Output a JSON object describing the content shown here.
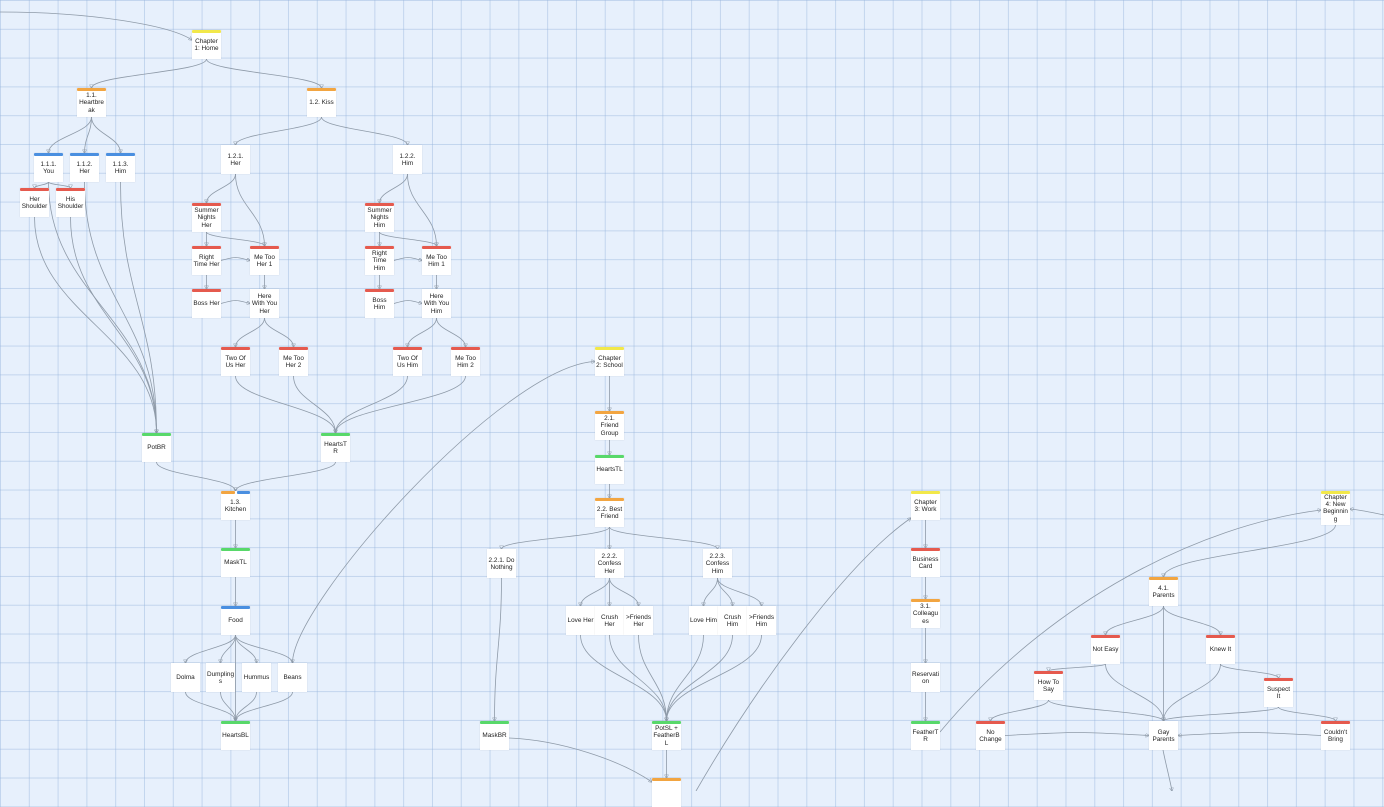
{
  "colors": {
    "yellow": "#f2e84a",
    "orange": "#f2a541",
    "blue": "#4a8fe0",
    "red": "#e55a4e",
    "green": "#58d86a",
    "edge": "#8e9aa8",
    "background": "#e7f0fc"
  },
  "nodes": [
    {
      "id": "ch1",
      "label": "Chapter 1: Home",
      "color": "yellow"
    },
    {
      "id": "n11",
      "label": "1.1. Heartbreak",
      "color": "orange"
    },
    {
      "id": "n12",
      "label": "1.2. Kiss",
      "color": "orange"
    },
    {
      "id": "n111",
      "label": "1.1.1. You",
      "color": "blue"
    },
    {
      "id": "n112",
      "label": "1.1.2. Her",
      "color": "blue"
    },
    {
      "id": "n113",
      "label": "1.1.3. Him",
      "color": "blue"
    },
    {
      "id": "hersh",
      "label": "Her Shoulder",
      "color": "red"
    },
    {
      "id": "hissh",
      "label": "His Shoulder",
      "color": "red"
    },
    {
      "id": "n121",
      "label": "1.2.1. Her",
      "color": ""
    },
    {
      "id": "n122",
      "label": "1.2.2. Him",
      "color": ""
    },
    {
      "id": "snher",
      "label": "Summer Nights Her",
      "color": "red"
    },
    {
      "id": "snhim",
      "label": "Summer Nights Him",
      "color": "red"
    },
    {
      "id": "rther",
      "label": "Right Time Her",
      "color": "red"
    },
    {
      "id": "rthim",
      "label": "Right Time Him",
      "color": "red"
    },
    {
      "id": "mt1her",
      "label": "Me Too Her 1",
      "color": "red"
    },
    {
      "id": "mt1him",
      "label": "Me Too Him 1",
      "color": "red"
    },
    {
      "id": "bossher",
      "label": "Boss Her",
      "color": "red"
    },
    {
      "id": "bosshim",
      "label": "Boss Him",
      "color": "red"
    },
    {
      "id": "hwher",
      "label": "Here With You Her",
      "color": ""
    },
    {
      "id": "hwhim",
      "label": "Here With You Him",
      "color": ""
    },
    {
      "id": "touher",
      "label": "Two Of Us Her",
      "color": "red"
    },
    {
      "id": "mt2her",
      "label": "Me Too Her 2",
      "color": "red"
    },
    {
      "id": "touhim",
      "label": "Two Of Us Him",
      "color": "red"
    },
    {
      "id": "mt2him",
      "label": "Me Too Him 2",
      "color": "red"
    },
    {
      "id": "potbr",
      "label": "PotBR",
      "color": "green"
    },
    {
      "id": "heartstr",
      "label": "HeartsTR",
      "color": "green"
    },
    {
      "id": "n13",
      "label": "1.3. Kitchen",
      "color": "orange+blue"
    },
    {
      "id": "masktl",
      "label": "MaskTL",
      "color": "green"
    },
    {
      "id": "food",
      "label": "Food",
      "color": "blue"
    },
    {
      "id": "dolma",
      "label": "Dolma",
      "color": ""
    },
    {
      "id": "dumplings",
      "label": "Dumplings",
      "color": ""
    },
    {
      "id": "hummus",
      "label": "Hummus",
      "color": ""
    },
    {
      "id": "beans",
      "label": "Beans",
      "color": ""
    },
    {
      "id": "heartsbl",
      "label": "HeartsBL",
      "color": "green"
    },
    {
      "id": "ch2",
      "label": "Chapter 2: School",
      "color": "yellow"
    },
    {
      "id": "n21",
      "label": "2.1. Friend Group",
      "color": "orange"
    },
    {
      "id": "heartstl",
      "label": "HeartsTL",
      "color": "green"
    },
    {
      "id": "n22",
      "label": "2.2. Best Friend",
      "color": "orange"
    },
    {
      "id": "n221",
      "label": "2.2.1. Do Nothing",
      "color": ""
    },
    {
      "id": "n222",
      "label": "2.2.2. Confess Her",
      "color": ""
    },
    {
      "id": "n223",
      "label": "2.2.3. Confess Him",
      "color": ""
    },
    {
      "id": "loveher",
      "label": "Love Her",
      "color": ""
    },
    {
      "id": "crushher",
      "label": "Crush Her",
      "color": ""
    },
    {
      "id": "frher",
      "label": ">Friends Her",
      "color": ""
    },
    {
      "id": "lovehim",
      "label": "Love Him",
      "color": ""
    },
    {
      "id": "crushhim",
      "label": "Crush Him",
      "color": ""
    },
    {
      "id": "frhim",
      "label": ">Friends Him",
      "color": ""
    },
    {
      "id": "maskbr",
      "label": "MaskBR",
      "color": "green"
    },
    {
      "id": "potsl",
      "label": "PotSL + FeatherBL",
      "color": "green"
    },
    {
      "id": "bottom",
      "label": "",
      "color": "orange"
    },
    {
      "id": "ch3",
      "label": "Chapter 3: Work",
      "color": "yellow"
    },
    {
      "id": "bizcard",
      "label": "Business Card",
      "color": "red"
    },
    {
      "id": "n31",
      "label": "3.1. Colleagues",
      "color": "orange"
    },
    {
      "id": "reserv",
      "label": "Reservation",
      "color": ""
    },
    {
      "id": "feathertr",
      "label": "FeatherTR",
      "color": "green"
    },
    {
      "id": "ch4",
      "label": "Chapter 4: New Beginning",
      "color": "yellow"
    },
    {
      "id": "n41",
      "label": "4.1. Parents",
      "color": "orange"
    },
    {
      "id": "noteasy",
      "label": "Not Easy",
      "color": "red"
    },
    {
      "id": "knewit",
      "label": "Knew It",
      "color": "red"
    },
    {
      "id": "howtosay",
      "label": "How To Say",
      "color": "red"
    },
    {
      "id": "suspectit",
      "label": "Suspect It",
      "color": "red"
    },
    {
      "id": "nochange",
      "label": "No Change",
      "color": "red"
    },
    {
      "id": "gayparents",
      "label": "Gay Parents",
      "color": ""
    },
    {
      "id": "couldntbring",
      "label": "Couldn't Bring",
      "color": "red"
    }
  ]
}
